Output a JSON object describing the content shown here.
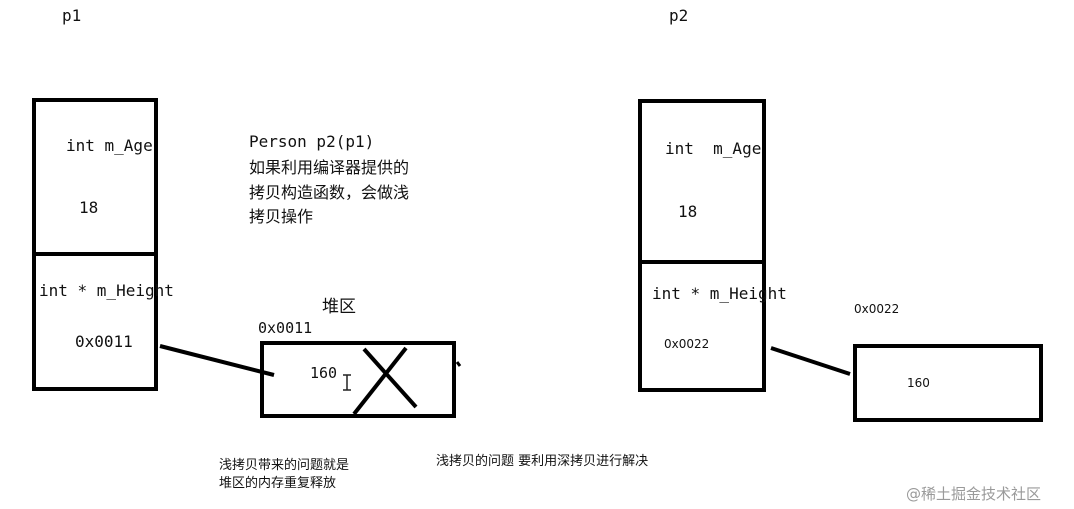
{
  "p1": {
    "label": "p1",
    "field_age_name": "int m_Age",
    "field_age_value": "18",
    "field_height_name": "int * m_Height",
    "field_height_value": "0x0011"
  },
  "heap1": {
    "title": "堆区",
    "address": "0x0011",
    "value": "160"
  },
  "p2": {
    "label": "p2",
    "field_age_name": "int  m_Age",
    "field_age_value": "18",
    "field_height_name": "int * m_Height",
    "field_height_value": "0x0022"
  },
  "heap2": {
    "address": "0x0022",
    "value": "160"
  },
  "notes": {
    "copy_line1": "Person p2(p1)",
    "copy_line2": "如果利用编译器提供的",
    "copy_line3": "拷贝构造函数，会做浅",
    "copy_line4": "拷贝操作",
    "problem_line1": "浅拷贝带来的问题就是",
    "problem_line2": "堆区的内存重复释放",
    "solution": "浅拷贝的问题 要利用深拷贝进行解决"
  },
  "watermark": "@稀土掘金技术社区",
  "colors": {
    "ink": "#000000",
    "watermark": "#9a9a9a"
  }
}
